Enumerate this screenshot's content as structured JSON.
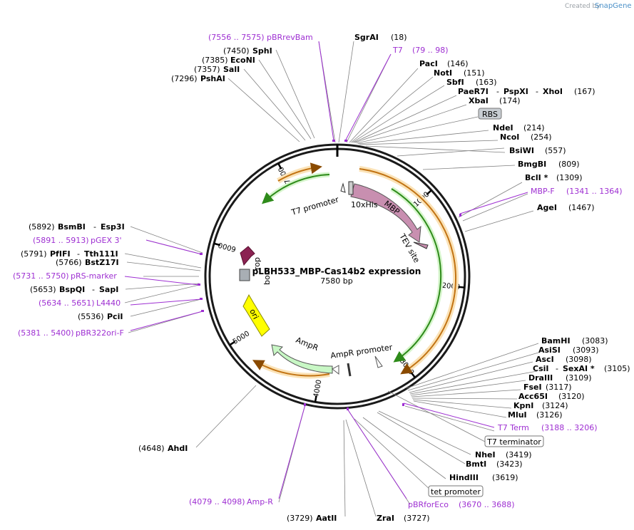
{
  "credit": {
    "prefix": "Created by",
    "brand": "SnapGene"
  },
  "plasmid": {
    "name": "pLBH533_MBP-Cas14b2 expression",
    "length_label": "7580 bp",
    "length": 7580
  },
  "ticks": [
    {
      "pos": 1000,
      "label": "1000"
    },
    {
      "pos": 2000,
      "label": "2000"
    },
    {
      "pos": 3000,
      "label": "3000"
    },
    {
      "pos": 4000,
      "label": "4000"
    },
    {
      "pos": 5000,
      "label": "5000"
    },
    {
      "pos": 6000,
      "label": "6000"
    },
    {
      "pos": 7000,
      "label": "7000"
    }
  ],
  "features": {
    "t7_promoter": "T7 promoter",
    "his": "10xHis",
    "mbp": "MBP",
    "tev": "TEV site",
    "rop": "rop",
    "bom": "bom",
    "ori": "ori",
    "ampr": "AmpR",
    "ampr_promoter": "AmpR promoter"
  },
  "boxed": {
    "rbs": "RBS",
    "t7_terminator": "T7 terminator",
    "tet_promoter": "tet promoter"
  },
  "labels": {
    "sgrai": {
      "name": "SgrAI",
      "pos": "(18)"
    },
    "t7": {
      "name": "T7",
      "range": "(79 .. 98)"
    },
    "paci": {
      "name": "PacI",
      "pos": "(146)"
    },
    "noti": {
      "name": "NotI",
      "pos": "(151)"
    },
    "sbfi": {
      "name": "SbfI",
      "pos": "(163)"
    },
    "paer7i": {
      "name": "PaeR7I",
      "sep1": "-",
      "name2": "PspXI",
      "sep2": "-",
      "name3": "XhoI",
      "pos": "(167)"
    },
    "xbai": {
      "name": "XbaI",
      "pos": "(174)"
    },
    "ndei": {
      "name": "NdeI",
      "pos": "(214)"
    },
    "ncoi": {
      "name": "NcoI",
      "pos": "(254)"
    },
    "bsiwi": {
      "name": "BsiWI",
      "pos": "(557)"
    },
    "bmgbi": {
      "name": "BmgBI",
      "pos": "(809)"
    },
    "bcli": {
      "name": "BclI *",
      "pos": "(1309)"
    },
    "mbpf": {
      "name": "MBP-F",
      "range": "(1341 .. 1364)"
    },
    "agei": {
      "name": "AgeI",
      "pos": "(1467)"
    },
    "bamhi": {
      "name": "BamHI",
      "pos": "(3083)"
    },
    "asisi": {
      "name": "AsiSI",
      "pos": "(3093)"
    },
    "asci": {
      "name": "AscI",
      "pos": "(3098)"
    },
    "csii": {
      "name": "CsiI",
      "sep": "-",
      "name2": "SexAI *",
      "pos": "(3105)"
    },
    "draiii": {
      "name": "DraIII",
      "pos": "(3109)"
    },
    "fsei": {
      "name": "FseI",
      "pos": "(3117)"
    },
    "acc65i": {
      "name": "Acc65I",
      "pos": "(3120)"
    },
    "kpni": {
      "name": "KpnI",
      "pos": "(3124)"
    },
    "mlui": {
      "name": "MluI",
      "pos": "(3126)"
    },
    "t7term": {
      "name": "T7 Term",
      "range": "(3188 .. 3206)"
    },
    "nhei": {
      "name": "NheI",
      "pos": "(3419)"
    },
    "bmti": {
      "name": "BmtI",
      "pos": "(3423)"
    },
    "hindiii": {
      "name": "HindIII",
      "pos": "(3619)"
    },
    "pbrforeco": {
      "name": "pBRforEco",
      "range": "(3670 .. 3688)"
    },
    "zrai": {
      "name": "ZraI",
      "pos": "(3727)"
    },
    "aatii": {
      "name": "AatII",
      "pos": "(3729)"
    },
    "ampr_primer": {
      "name": "Amp-R",
      "range": "(4079 .. 4098)"
    },
    "ahdi": {
      "name": "AhdI",
      "pos": "(4648)"
    },
    "pbr322ori": {
      "name": "pBR322ori-F",
      "range": "(5381 .. 5400)"
    },
    "pcii": {
      "name": "PciI",
      "pos": "(5536)"
    },
    "l4440": {
      "name": "L4440",
      "range": "(5634 .. 5651)"
    },
    "bspqi": {
      "name": "BspQI",
      "sep": "-",
      "name2": "SapI",
      "pos": "(5653)"
    },
    "prsmarker": {
      "name": "pRS-marker",
      "range": "(5731 .. 5750)"
    },
    "bstz17i": {
      "name": "BstZ17I",
      "pos": "(5766)"
    },
    "pfifi": {
      "name": "PfIFI",
      "sep": "-",
      "name2": "Tth111I",
      "pos": "(5791)"
    },
    "pgex3": {
      "name": "pGEX 3'",
      "range": "(5891 .. 5913)"
    },
    "bsmbi": {
      "name": "BsmBI",
      "sep": "-",
      "name2": "Esp3I",
      "pos": "(5892)"
    },
    "pshai": {
      "name": "PshAI",
      "pos": "(7296)"
    },
    "sali": {
      "name": "SalI",
      "pos": "(7357)"
    },
    "ecoi": {
      "name": "EcoNI",
      "pos": "(7385)"
    },
    "sphi": {
      "name": "SphI",
      "pos": "(7450)"
    },
    "pbrrevbam": {
      "name": "pBRrevBam",
      "range": "(7556 .. 7575)"
    }
  },
  "colors": {
    "backbone": "#1a1a1a",
    "primer": "#9e2fd2",
    "mbp": "#c88fb0",
    "ampr": "#c8f7c5",
    "ori": "#ffff00",
    "bom": "#a8aeb4",
    "rop": "#8b2252",
    "orf": "#f0a020",
    "frame": "#3a9a1a"
  }
}
